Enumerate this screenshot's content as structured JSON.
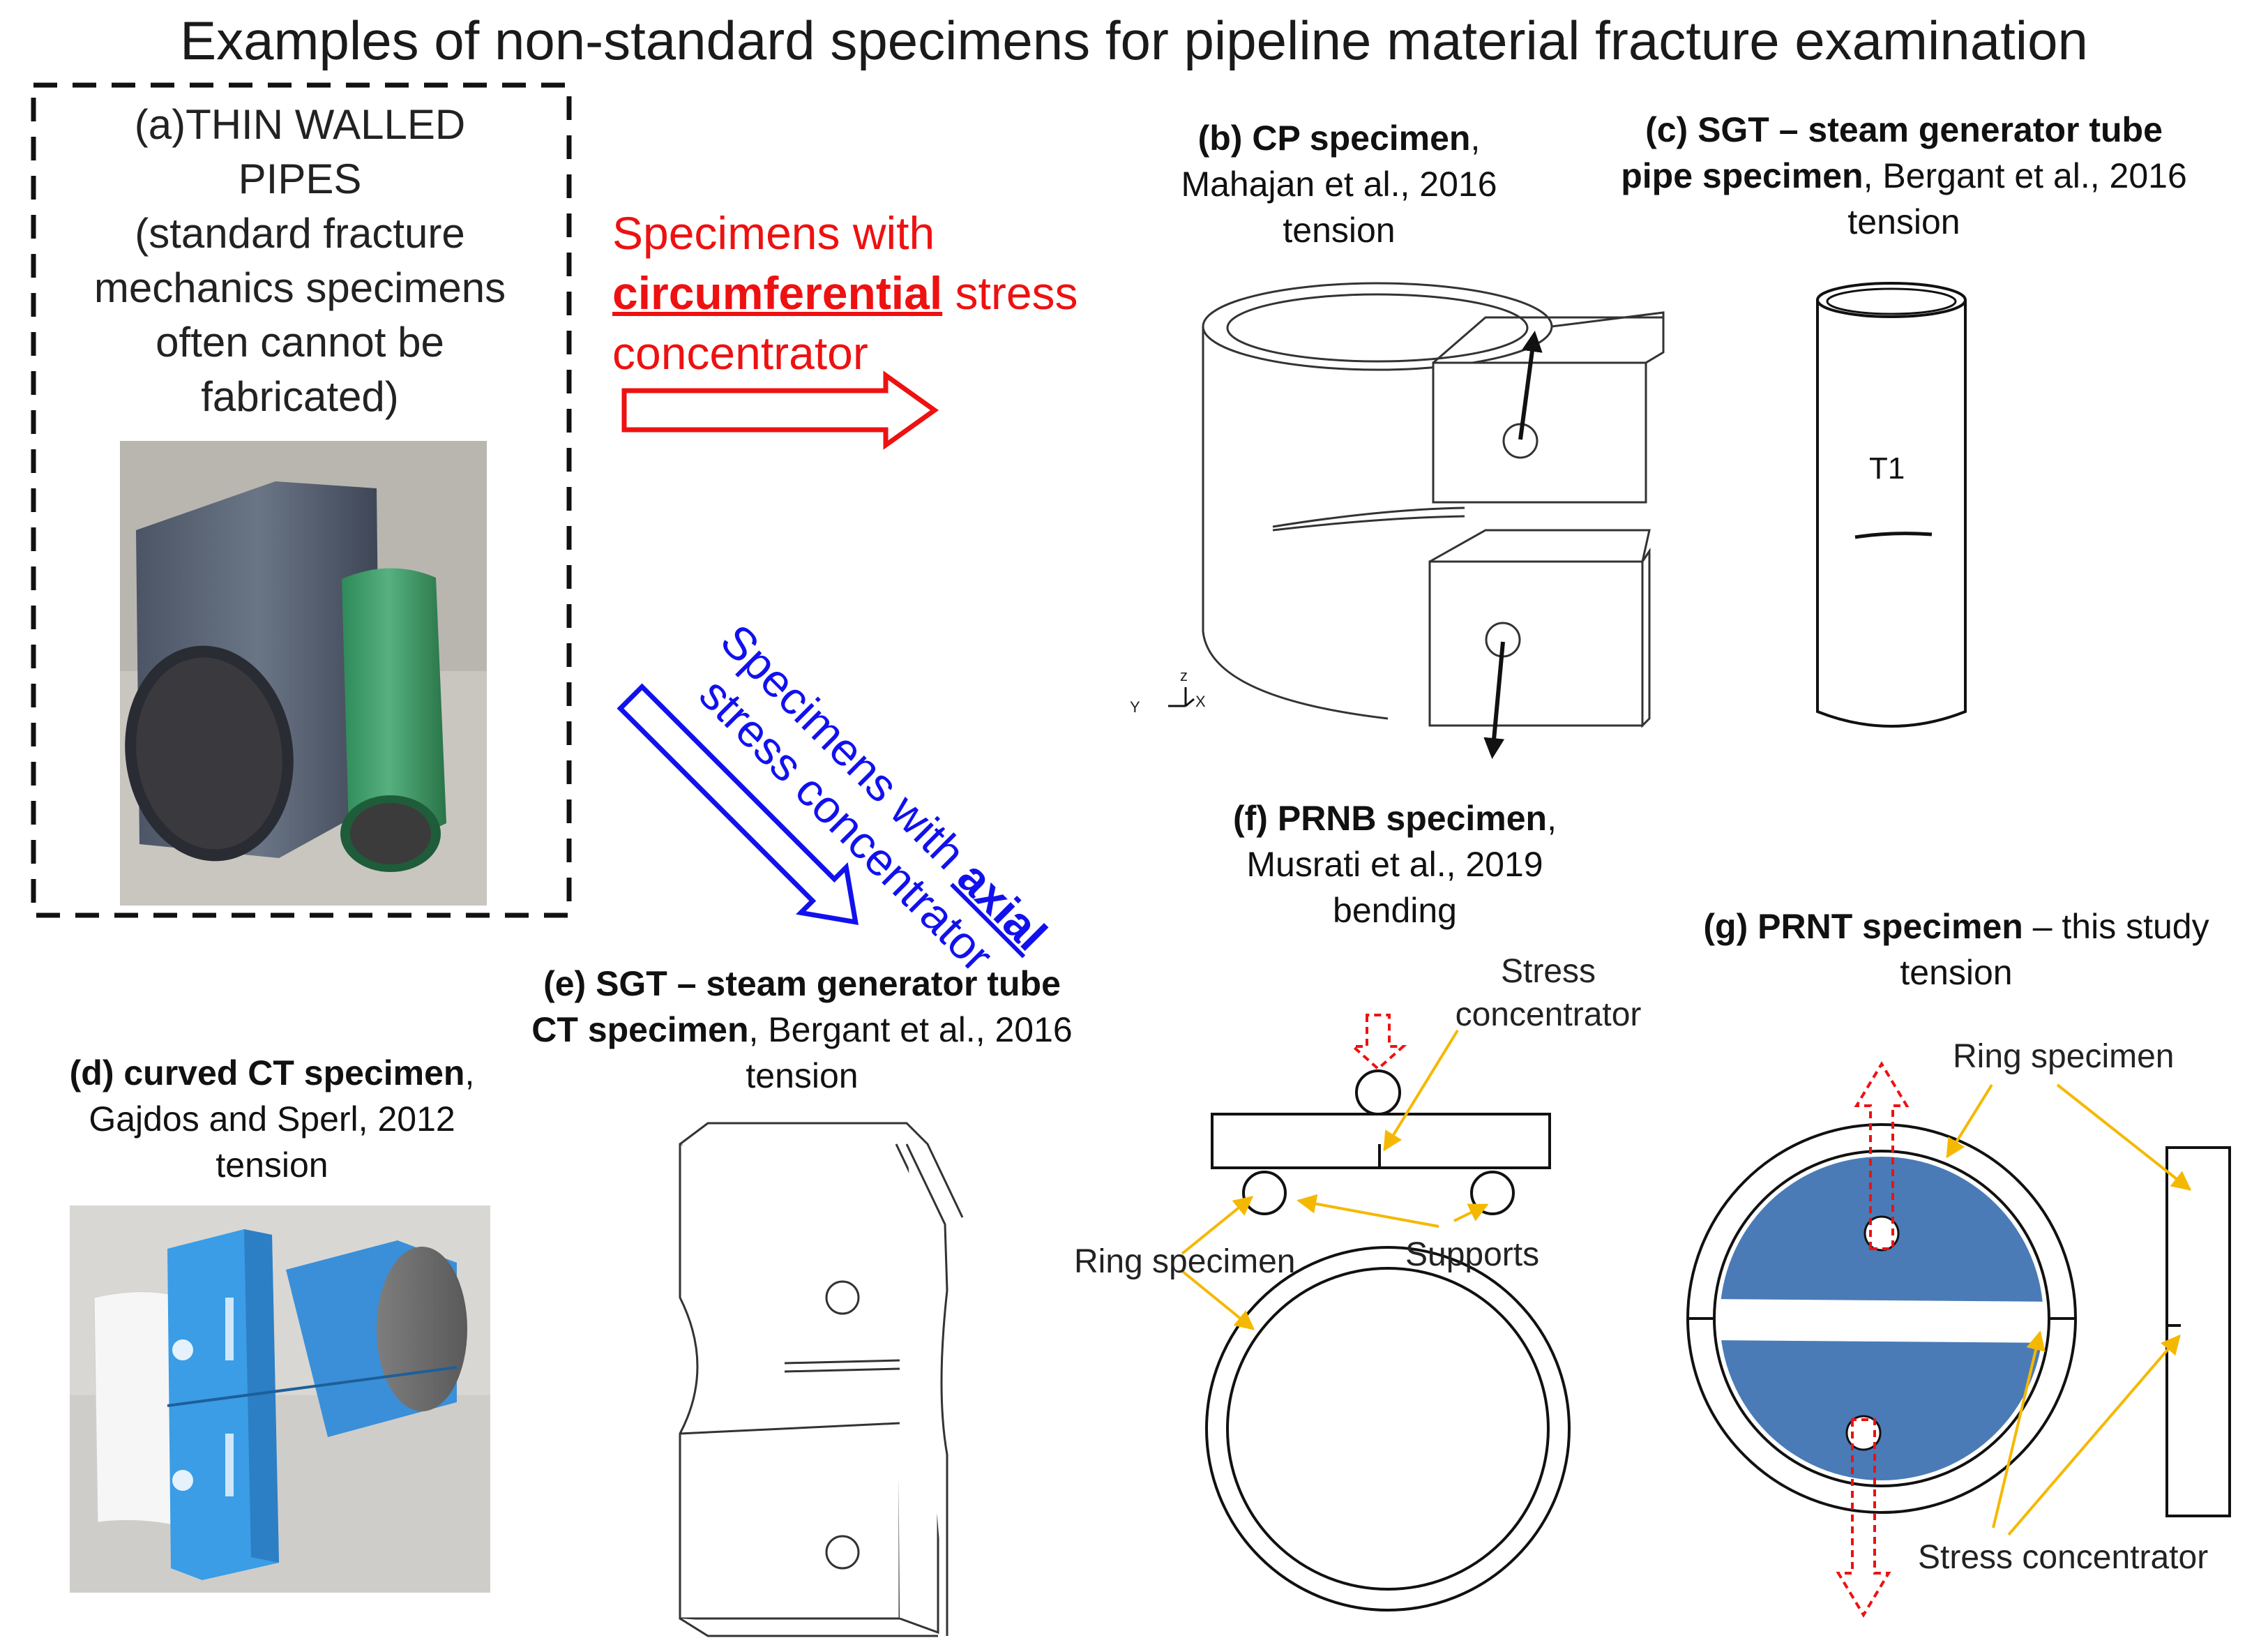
{
  "title": "Examples of non-standard specimens for pipeline material fracture examination",
  "panel_a": {
    "heading_line1": "(a)THIN WALLED",
    "heading_line2": "PIPES",
    "note_line1": "(standard fracture",
    "note_line2": "mechanics specimens",
    "note_line3": "often cannot be",
    "note_line4": "fabricated)"
  },
  "arrow_red": {
    "line1": "Specimens with",
    "word_bold": "circumferential",
    "word_after": " stress",
    "line3": "concentrator",
    "color": "#ee1111"
  },
  "arrow_blue": {
    "line1_prefix": "Specimens with ",
    "word_bold": "axial",
    "line2": "stress concentrator",
    "color": "#1111ee"
  },
  "panel_b": {
    "label": "(b) CP specimen",
    "sep": ",",
    "line2": "Mahajan et al., 2016",
    "line3": "tension",
    "axis_z": "z",
    "axis_y": "Y",
    "axis_x": "X"
  },
  "panel_c": {
    "label_line1": "(c) SGT – steam generator tube",
    "label_line2_bold": "pipe specimen",
    "label_line2_rest": ", Bergant et al., 2016",
    "line3": "tension",
    "mark": "T1"
  },
  "panel_d": {
    "label": "(d) curved CT specimen",
    "sep": ",",
    "line2": "Gajdos and Sperl, 2012",
    "line3": "tension"
  },
  "panel_e": {
    "label_line1": "(e) SGT – steam generator tube",
    "label_line2_bold": "CT specimen",
    "label_line2_rest": ", Bergant et al., 2016",
    "line3": "tension"
  },
  "panel_f": {
    "label": "(f) PRNB specimen",
    "sep": ",",
    "line2": "Musrati et al., 2019",
    "line3": "bending",
    "stress_concentrator": "Stress\nconcentrator",
    "ring_specimen": "Ring specimen",
    "supports": "Supports"
  },
  "panel_g": {
    "label_bold": "(g) PRNT specimen",
    "label_rest": " – this study",
    "line2": "tension",
    "ring_specimen": "Ring specimen",
    "stress_concentrator": "Stress concentrator"
  },
  "colors": {
    "blue_fill": "#4a7bb7",
    "annotation": "#f5b800",
    "red": "#ee1111",
    "blue_arrow": "#1111ee",
    "cyan_specimen": "#3a9de6"
  }
}
